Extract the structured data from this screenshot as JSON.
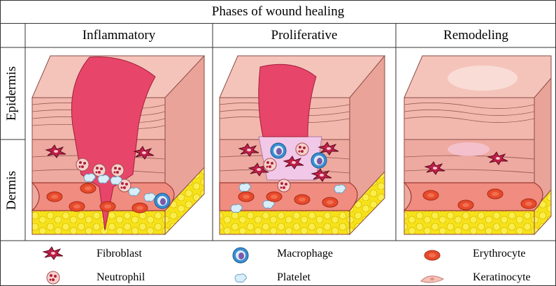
{
  "title": "Phases of wound healing",
  "phases": [
    {
      "label": "Inflammatory"
    },
    {
      "label": "Proliferative"
    },
    {
      "label": "Remodeling"
    }
  ],
  "layers": [
    "Epidermis",
    "Dermis"
  ],
  "legend": [
    {
      "label": "Fibroblast",
      "icon": "fibroblast-icon"
    },
    {
      "label": "Neutrophil",
      "icon": "neutrophil-icon"
    },
    {
      "label": "Macrophage",
      "icon": "macrophage-icon"
    },
    {
      "label": "Platelet",
      "icon": "platelet-icon"
    },
    {
      "label": "Erythrocyte",
      "icon": "erythrocyte-icon"
    },
    {
      "label": "Keratinocyte",
      "icon": "keratinocyte-icon"
    }
  ],
  "colors": {
    "epidermis": "#f2b8ae",
    "dermis": "#eeaaa0",
    "wound": "#e8456a",
    "fat": "#f7e21a",
    "vessel": "#f08c80",
    "erythrocyte": "#e84a2c",
    "macrophage": "#3a8fd0"
  }
}
